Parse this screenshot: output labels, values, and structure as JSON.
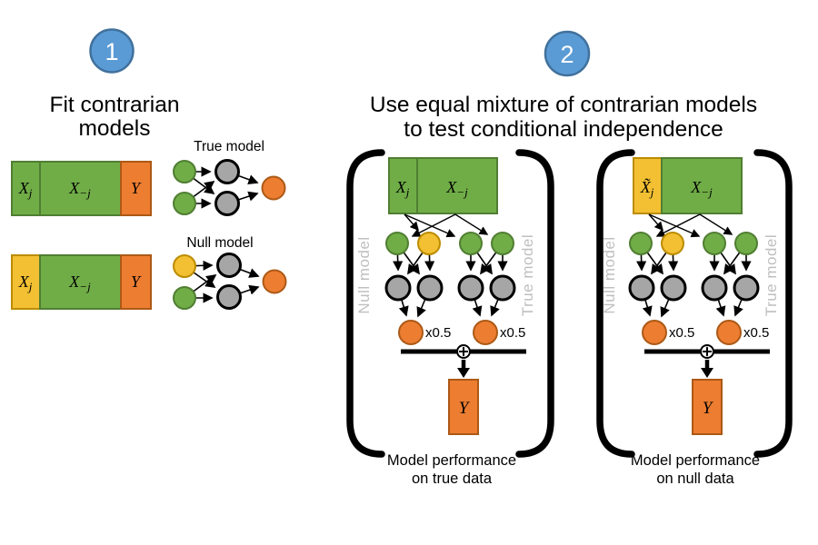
{
  "colors": {
    "green": "#70AD47",
    "green-dark": "#507E32",
    "yellow": "#F2C032",
    "yellow-dark": "#BC8C00",
    "orange": "#ED7D31",
    "orange-dark": "#AC5916",
    "gray": "#A6A6A6",
    "node-border": "#000000",
    "blue": "#5B9BD5",
    "blue-dark": "#41719C",
    "muted-label": "#BFBFBF",
    "text": "#000000",
    "background": "#FFFFFF"
  },
  "step1": {
    "badge": "1",
    "title_lines": [
      "Fit contrarian",
      "models"
    ],
    "bars": [
      {
        "cells": [
          {
            "base": "X",
            "sub": "j"
          },
          {
            "base": "X",
            "sub": "−j"
          },
          {
            "base": "Y",
            "sub": ""
          }
        ]
      },
      {
        "cells": [
          {
            "base": "X",
            "sub": "j"
          },
          {
            "base": "X",
            "sub": "−j"
          },
          {
            "base": "Y",
            "sub": ""
          }
        ]
      }
    ],
    "networks": [
      {
        "label": "True model"
      },
      {
        "label": "Null model"
      }
    ]
  },
  "step2": {
    "badge": "2",
    "title_lines": [
      "Use equal mixture of contrarian models",
      "to test conditional independence"
    ],
    "panels": [
      {
        "cells": [
          {
            "base": "X",
            "sub": "j"
          },
          {
            "base": "X",
            "sub": "−j"
          }
        ],
        "left_label": "Null model",
        "right_label": "True model",
        "weights": [
          "x0.5",
          "x0.5"
        ],
        "output": "Y",
        "caption_lines": [
          "Model performance",
          "on true data"
        ]
      },
      {
        "cells": [
          {
            "base": "X̃",
            "sub": "j"
          },
          {
            "base": "X",
            "sub": "−j"
          }
        ],
        "left_label": "Null model",
        "right_label": "True model",
        "weights": [
          "x0.5",
          "x0.5"
        ],
        "output": "Y",
        "caption_lines": [
          "Model performance",
          "on null data"
        ]
      }
    ]
  }
}
